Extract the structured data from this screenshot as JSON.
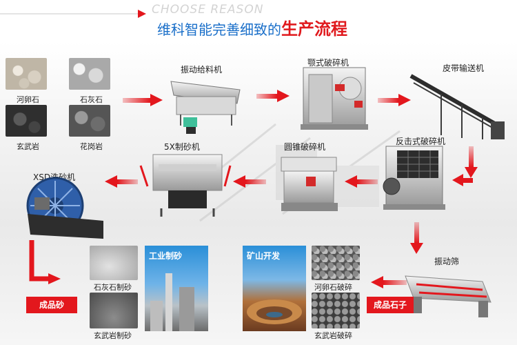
{
  "header": {
    "watermark": "CHOOSE REASON",
    "title_part1": "维科智能完善细致的",
    "title_part2": "生产流程"
  },
  "materials": [
    {
      "label": "河卵石"
    },
    {
      "label": "石灰石"
    },
    {
      "label": "玄武岩"
    },
    {
      "label": "花岗岩"
    }
  ],
  "machines": {
    "vibrating_feeder": "振动给料机",
    "jaw_crusher": "颚式破碎机",
    "belt_conveyor": "皮带输送机",
    "impact_crusher": "反击式破碎机",
    "cone_crusher": "圆锥破碎机",
    "sand_maker": "5X制砂机",
    "sand_washer": "XSD洗砂机",
    "vibrating_screen": "振动筛"
  },
  "products": {
    "sand_tag": "成品砂",
    "stone_tag": "成品石子",
    "limestone_sand": "石灰石制砂",
    "basalt_sand": "玄武岩制砂",
    "pebble_crushed": "河卵石破碎",
    "basalt_crushed": "玄武岩破碎"
  },
  "applications": {
    "industrial_sand": "工业制砂",
    "mining": "矿山开发"
  },
  "colors": {
    "arrow_red": "#e3171d",
    "title_blue": "#1a6fc9",
    "panel_blue": "#2a8fd8"
  }
}
